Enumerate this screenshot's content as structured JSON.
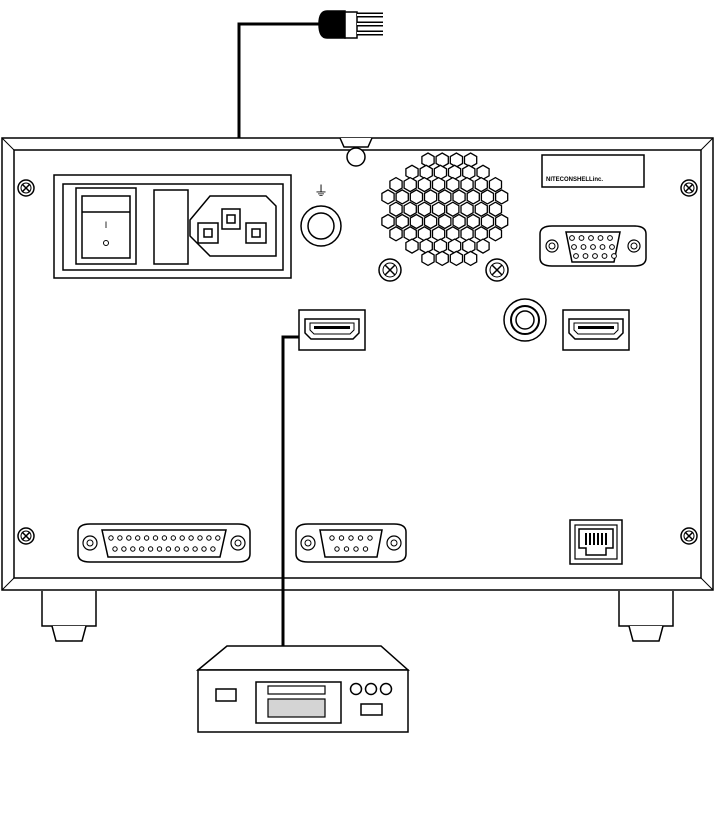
{
  "device": {
    "logo_text": "NITECONSHELLinc."
  },
  "power_switch": {
    "on_mark": "I",
    "off_mark": "O"
  },
  "ground_symbol": "⏚",
  "colors": {
    "line": "#000000",
    "display_fill": "#d4d4d4",
    "background": "#ffffff"
  },
  "connectors": [
    "power-inlet",
    "ground-terminal",
    "vga-port",
    "hdmi-port-left",
    "hdmi-port-right",
    "audio-jack",
    "db25-port",
    "db9-port",
    "rj-port"
  ]
}
